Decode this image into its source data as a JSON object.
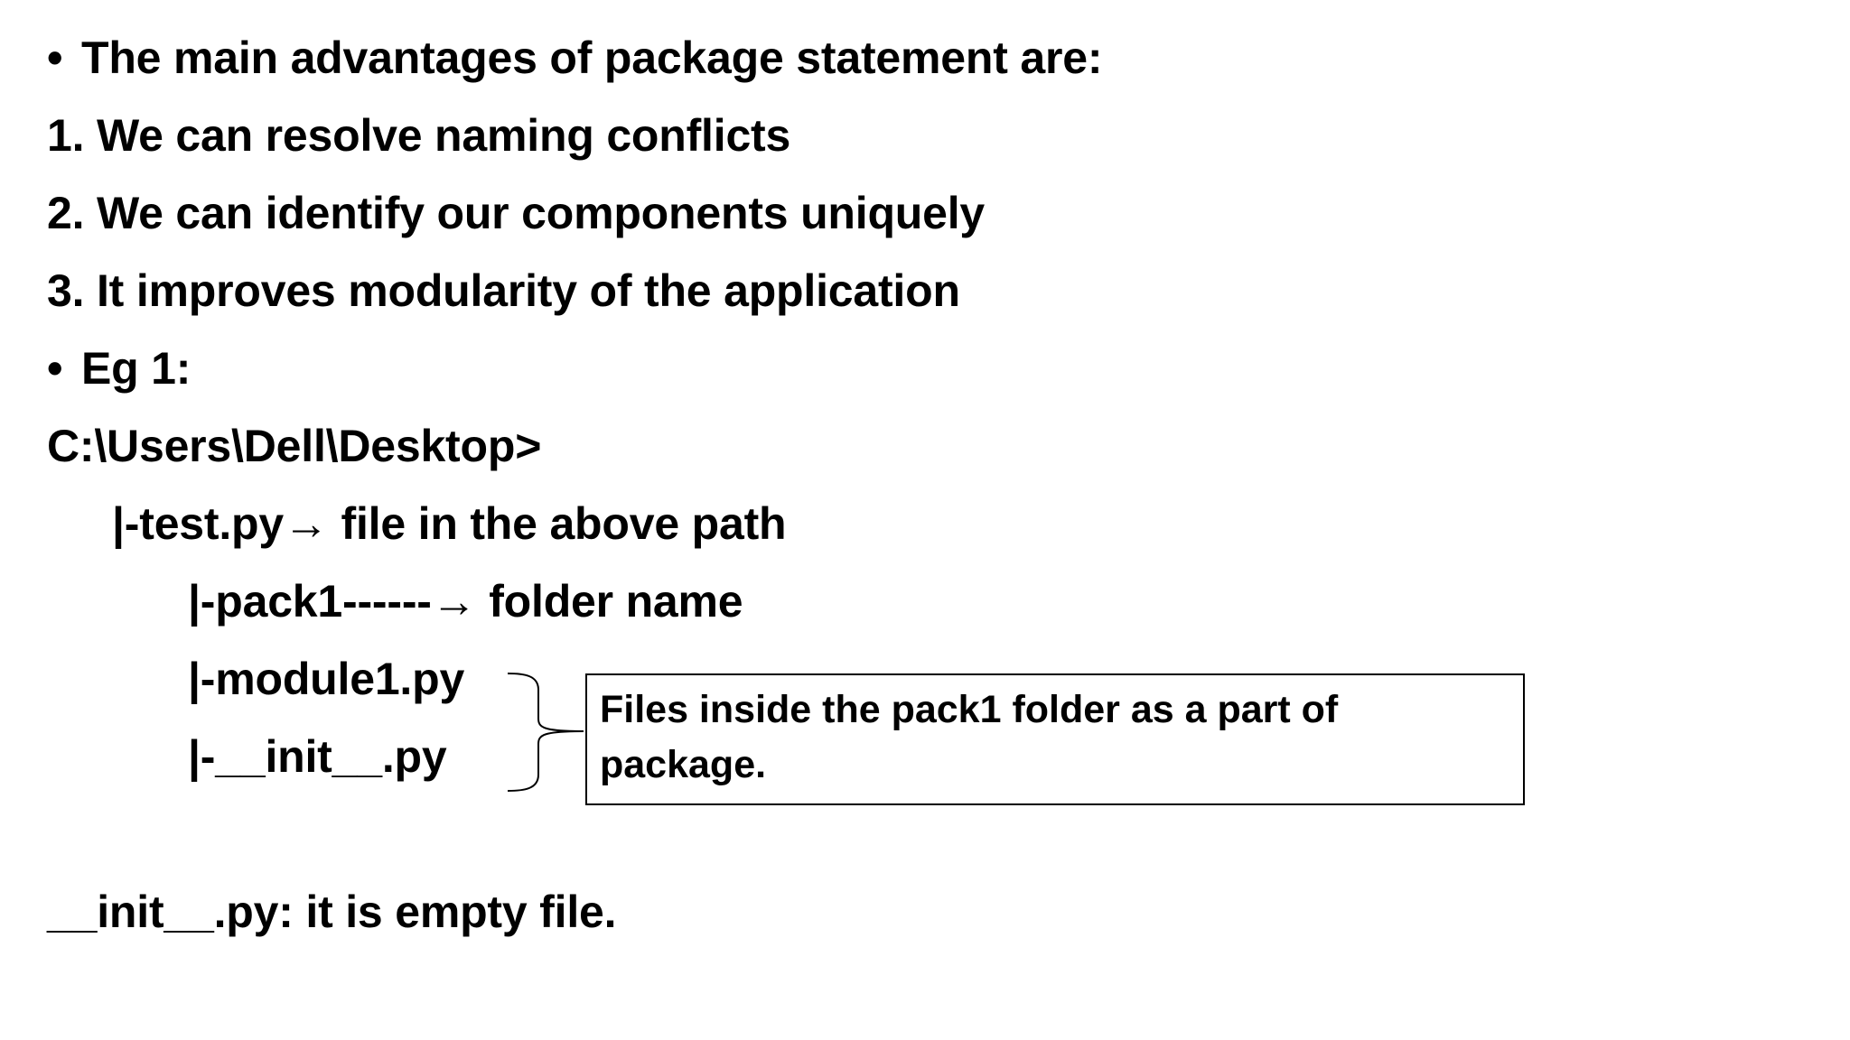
{
  "slide": {
    "line1_bullet": "•",
    "line1": "The main advantages of package statement are:",
    "line2": "1. We can resolve naming conflicts",
    "line3": "2. We can identify our components uniquely",
    "line4": "3. It improves modularity of the application",
    "line5_bullet": "•",
    "line5": "Eg 1:",
    "line6": "C:\\Users\\Dell\\Desktop>",
    "line7": "|-test.py→ file in the above path",
    "line8": "|-pack1------→ folder name",
    "line9": "|-module1.py",
    "line10": "|-__init__.py",
    "callout": "Files inside the pack1 folder as a part of package.",
    "line11": "__init__.py: it is empty file."
  },
  "icons": {
    "brace": "right-curly-brace-icon"
  }
}
